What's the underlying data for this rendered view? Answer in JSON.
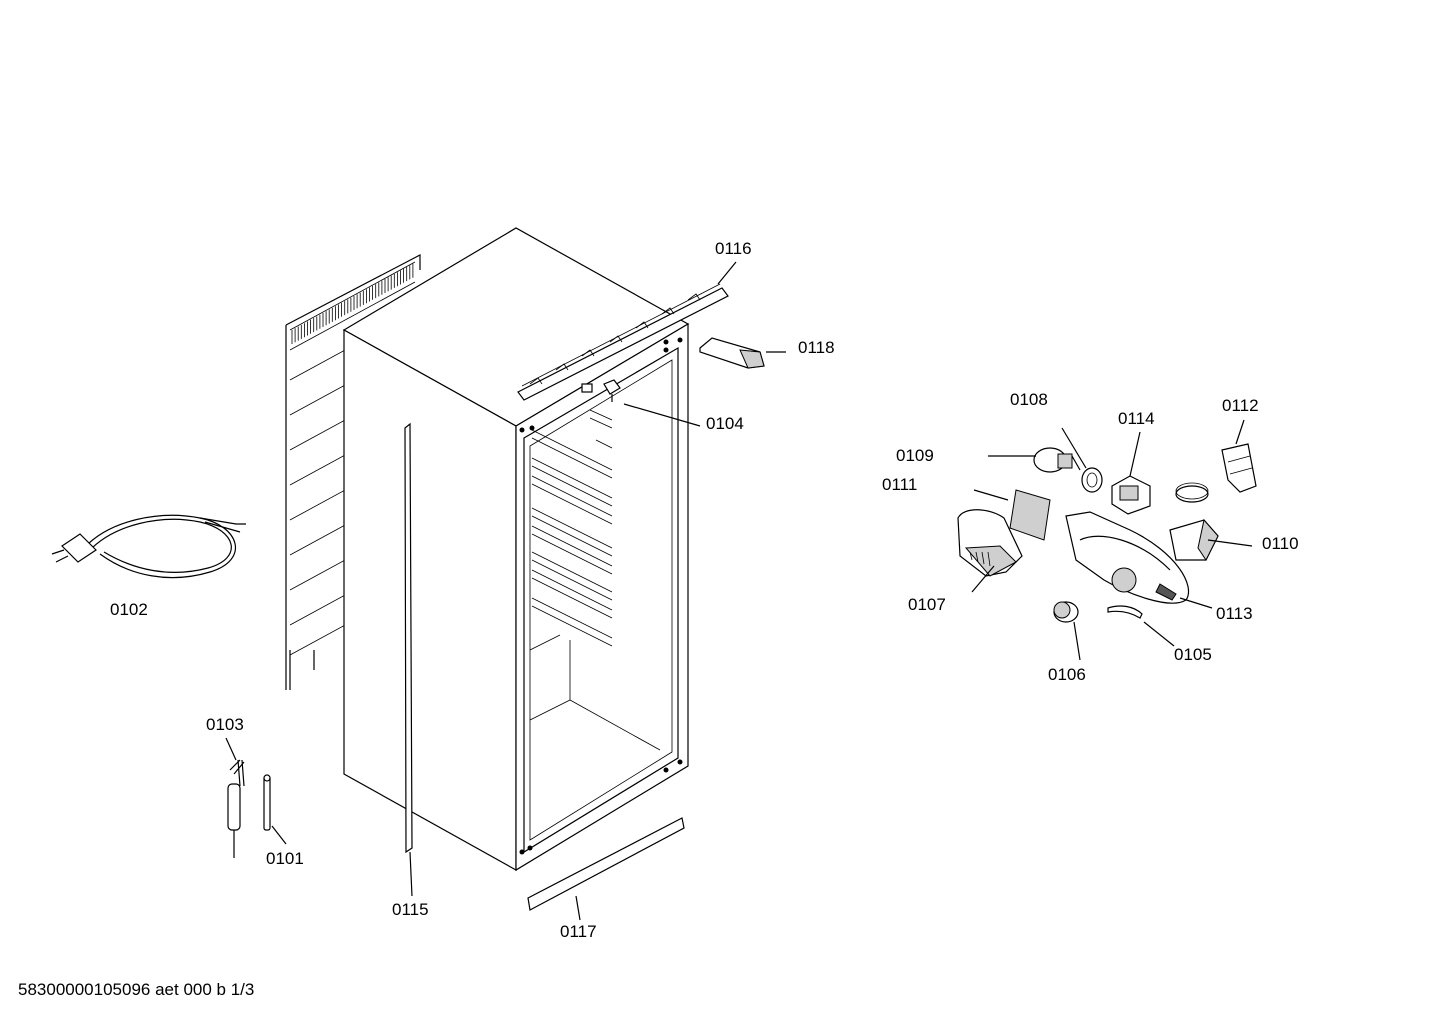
{
  "parts": [
    {
      "id": "p0101",
      "label": "0101"
    },
    {
      "id": "p0102",
      "label": "0102"
    },
    {
      "id": "p0103",
      "label": "0103"
    },
    {
      "id": "p0104",
      "label": "0104"
    },
    {
      "id": "p0105",
      "label": "0105"
    },
    {
      "id": "p0106",
      "label": "0106"
    },
    {
      "id": "p0107",
      "label": "0107"
    },
    {
      "id": "p0108",
      "label": "0108"
    },
    {
      "id": "p0109",
      "label": "0109"
    },
    {
      "id": "p0110",
      "label": "0110"
    },
    {
      "id": "p0111",
      "label": "0111"
    },
    {
      "id": "p0112",
      "label": "0112"
    },
    {
      "id": "p0113",
      "label": "0113"
    },
    {
      "id": "p0114",
      "label": "0114"
    },
    {
      "id": "p0115",
      "label": "0115"
    },
    {
      "id": "p0116",
      "label": "0116"
    },
    {
      "id": "p0117",
      "label": "0117"
    },
    {
      "id": "p0118",
      "label": "0118"
    }
  ],
  "footer": {
    "code": "58300000105096 aet 000 b 1/3"
  }
}
